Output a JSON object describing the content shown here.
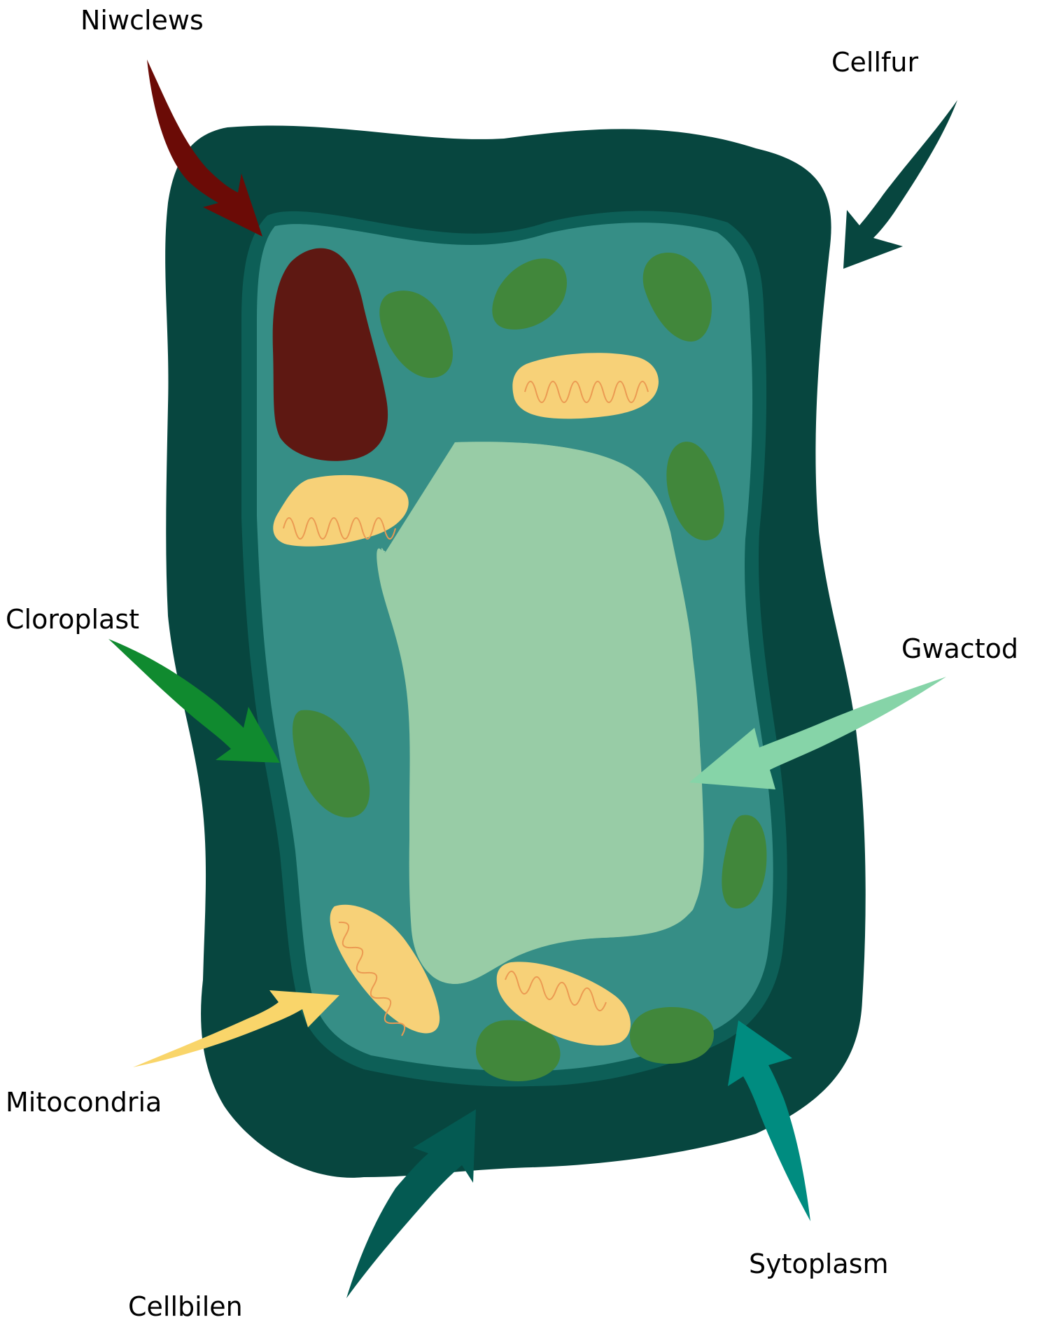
{
  "labels": {
    "nucleus": "Niwclews",
    "cell_wall": "Cellfur",
    "chloroplast": "Cloroplast",
    "vacuole": "Gwactod",
    "mitochondria": "Mitocondria",
    "cytoplasm": "Sytoplasm",
    "cell_membrane": "Cellbilen"
  },
  "colors": {
    "cell_wall": "#07463f",
    "cell_membrane": "#0d5f57",
    "cytoplasm": "#368e86",
    "vacuole": "#98cca6",
    "nucleus": "#5e1812",
    "chloroplast": "#41873b",
    "mitochondria": "#f7d178",
    "mitochondria_folds": "#eb9a52",
    "arrow_nucleus": "#6b0b06",
    "arrow_cell_wall": "#07463f",
    "arrow_chloroplast": "#108a2f",
    "arrow_vacuole": "#86d4a8",
    "arrow_mitochondria": "#f9d56a",
    "arrow_cytoplasm": "#008c80",
    "arrow_cell_membrane": "#045a52"
  }
}
